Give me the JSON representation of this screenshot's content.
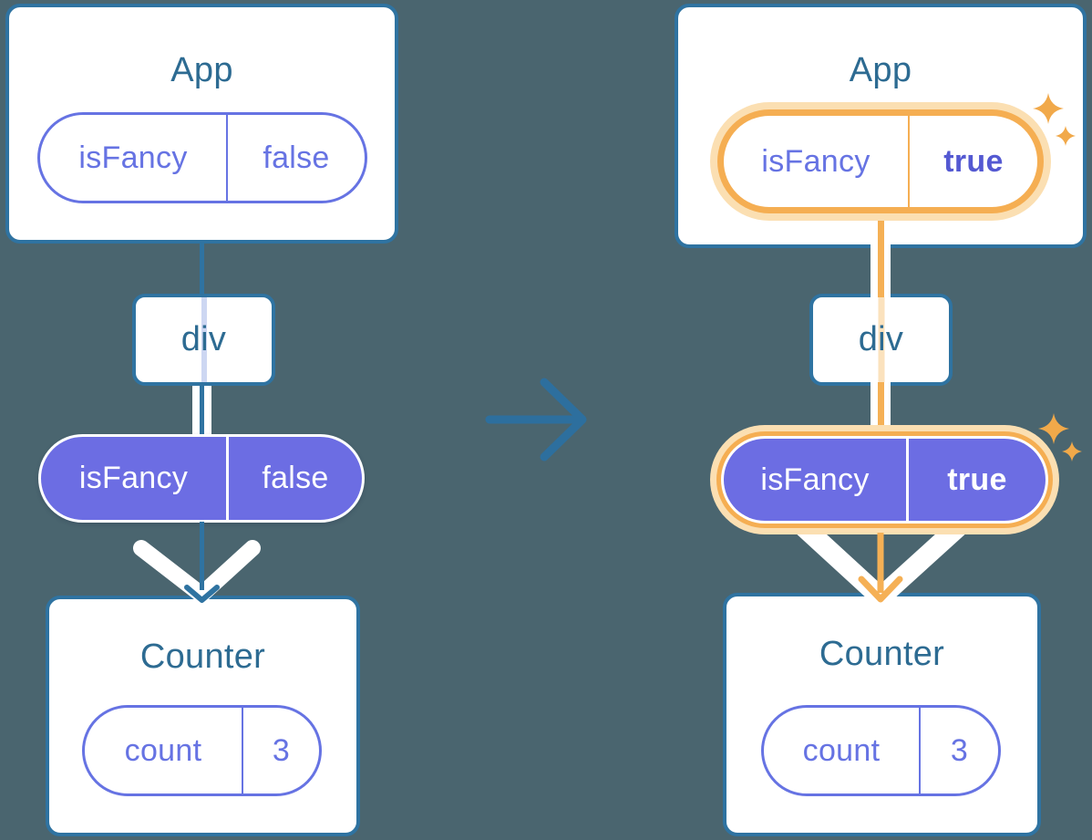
{
  "colors": {
    "background": "#4a656f",
    "card_fill": "#ffffff",
    "card_border": "#2f73a1",
    "title_text": "#2d6b92",
    "state_outline_purple": "#6673e3",
    "state_fill_purple": "#6c6de3",
    "state_value_bold_purple": "#5459d2",
    "highlight_orange": "#f5ae52",
    "highlight_glow": "#fbdfb2",
    "pass_through_blue": "#cdd7f2",
    "pass_through_orange": "#fbe2bd",
    "render_arrow": "#ffffff",
    "transition_arrow_blue": "#2d6f9e",
    "sparkle_orange": "#f1a94a"
  },
  "before": {
    "app": {
      "title": "App",
      "state": {
        "key": "isFancy",
        "value": "false"
      }
    },
    "container": {
      "title": "div"
    },
    "prop": {
      "key": "isFancy",
      "value": "false"
    },
    "counter": {
      "title": "Counter",
      "state": {
        "key": "count",
        "value": "3"
      }
    }
  },
  "after": {
    "app": {
      "title": "App",
      "state": {
        "key": "isFancy",
        "value": "true"
      }
    },
    "container": {
      "title": "div"
    },
    "prop": {
      "key": "isFancy",
      "value": "true"
    },
    "counter": {
      "title": "Counter",
      "state": {
        "key": "count",
        "value": "3"
      }
    }
  }
}
